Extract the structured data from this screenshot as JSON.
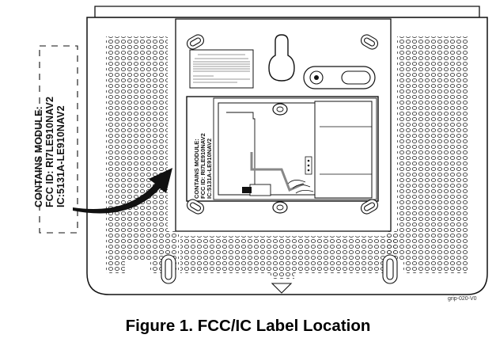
{
  "callout": {
    "line1": "CONTAINS MODULE:",
    "line2": "FCC ID: RI7LE910NAV2",
    "line3": "IC:5131A-LE910NAV2"
  },
  "device_label": {
    "line1": "CONTAINS MODULE:",
    "line2": "FCC ID: RI7LE910NAV2",
    "line3": "IC:5131A-LE910NAV2"
  },
  "figure_id": "grip-020-V0",
  "caption": "Figure 1. FCC/IC Label Location"
}
